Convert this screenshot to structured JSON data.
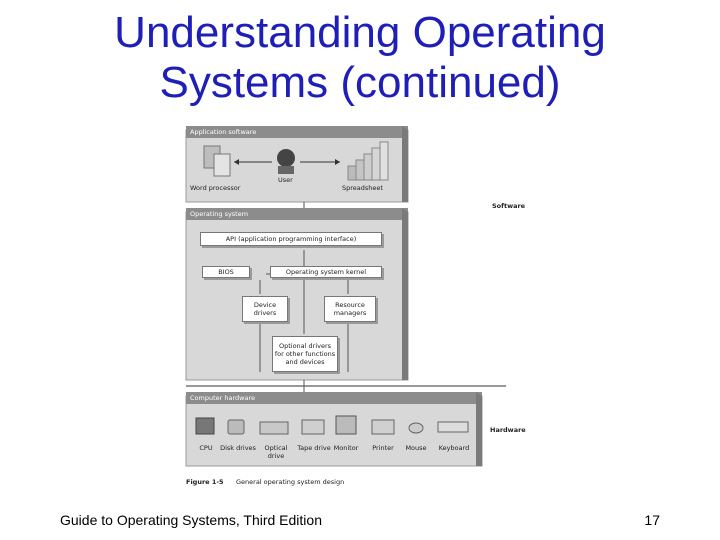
{
  "slide": {
    "title_line1": "Understanding Operating",
    "title_line2": "Systems (continued)",
    "footer_text": "Guide to Operating Systems, Third Edition",
    "page_number": "17",
    "title_color": "#1f1fb8"
  },
  "figure": {
    "application_panel": {
      "header": "Application software",
      "word_processor": "Word processor",
      "user": "User",
      "spreadsheet": "Spreadsheet"
    },
    "os_panel": {
      "header": "Operating system",
      "api": "API (application programming interface)",
      "bios": "BIOS",
      "kernel": "Operating system kernel",
      "device_drivers_line1": "Device",
      "device_drivers_line2": "drivers",
      "resource_managers_line1": "Resource",
      "resource_managers_line2": "managers",
      "optional_line1": "Optional drivers",
      "optional_line2": "for other functions",
      "optional_line3": "and devices"
    },
    "software_label": "Software",
    "hardware_label": "Hardware",
    "hardware_panel": {
      "header": "Computer hardware",
      "items": [
        "CPU",
        "Disk drives",
        "Optical",
        "Tape drive",
        "Monitor",
        "Printer",
        "Mouse",
        "Keyboard"
      ],
      "optical_line2": "drive"
    },
    "caption_label": "Figure 1-5",
    "caption_text": "General operating system design"
  }
}
